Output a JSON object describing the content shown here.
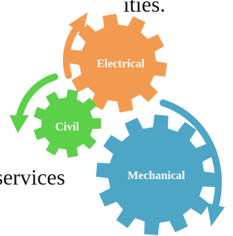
{
  "texts": {
    "top_fragment": "ities.",
    "bottom_fragment": "services"
  },
  "gears": {
    "electrical": {
      "label": "Electrical",
      "color": "#f29a50"
    },
    "civil": {
      "label": "Civil",
      "color": "#5dd04a"
    },
    "mechanical": {
      "label": "Mechanical",
      "color": "#4ea6c6"
    }
  }
}
